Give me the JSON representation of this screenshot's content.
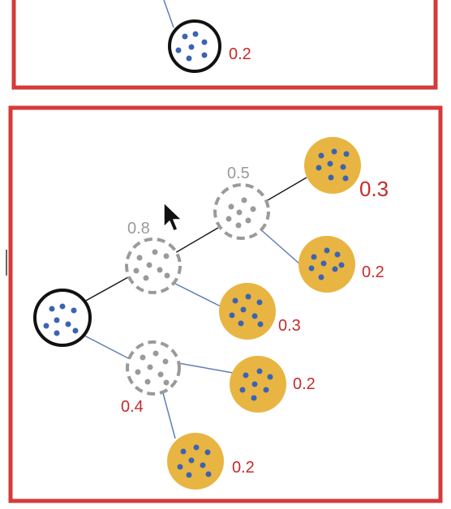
{
  "colors": {
    "frame": "#d43a3a",
    "root_stroke": "#111111",
    "root_dot": "#3c63b3",
    "ghost_stroke": "#9a9a9a",
    "ghost_dot": "#9a9a9a",
    "leaf_fill": "#e8b543",
    "leaf_dot": "#3c63b3",
    "edge_dark": "#1a1a1a",
    "edge_blue": "#5d7fb5",
    "label_red": "#c62b2b",
    "label_gray": "#9a9a9a"
  },
  "top_panel": {
    "node_label": "0.2"
  },
  "bottom_panel": {
    "upper_branch_label": "0.8",
    "upper_inner_label": "0.5",
    "lower_branch_label": "0.4",
    "leaves": [
      {
        "label": "0.3"
      },
      {
        "label": "0.2"
      },
      {
        "label": "0.3"
      },
      {
        "label": "0.2"
      },
      {
        "label": "0.2"
      }
    ]
  },
  "cursor_icon": "arrow-cursor-icon"
}
